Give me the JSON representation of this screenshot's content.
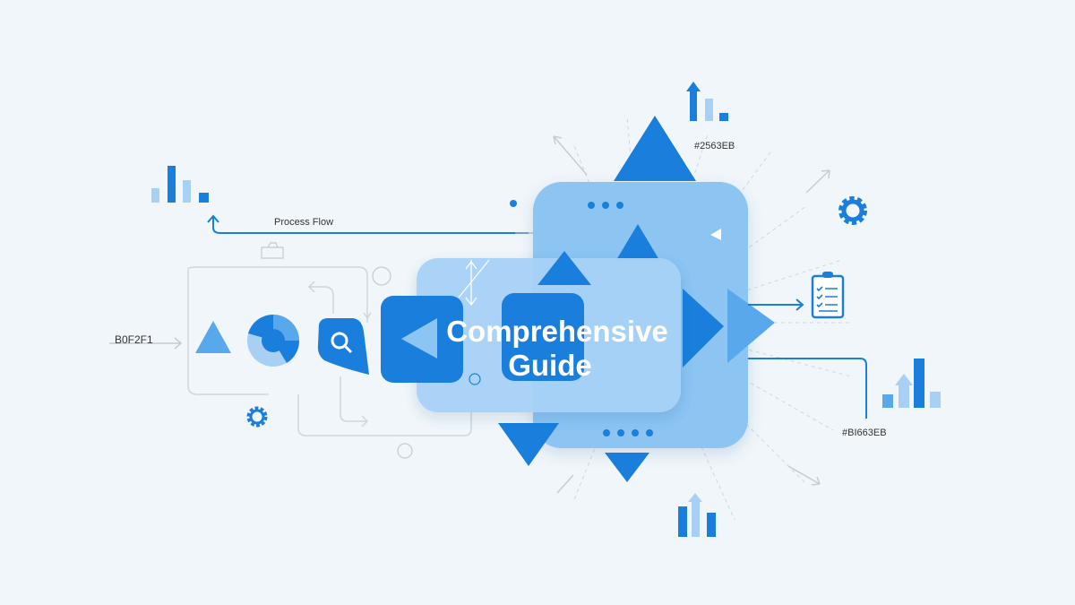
{
  "title": {
    "line1": "Comprehensive",
    "line2": "Guide"
  },
  "labels": {
    "process_flow": "Process Flow",
    "left_color": "B0F2F1",
    "top_color": "#2563EB",
    "bottom_color": "#BI663EB"
  },
  "colors": {
    "background": "#f1f6fa",
    "primary": "#1a7fdc",
    "light": "#8cc4f2",
    "pale": "#b5d9f7",
    "line": "#c8d0d8"
  }
}
